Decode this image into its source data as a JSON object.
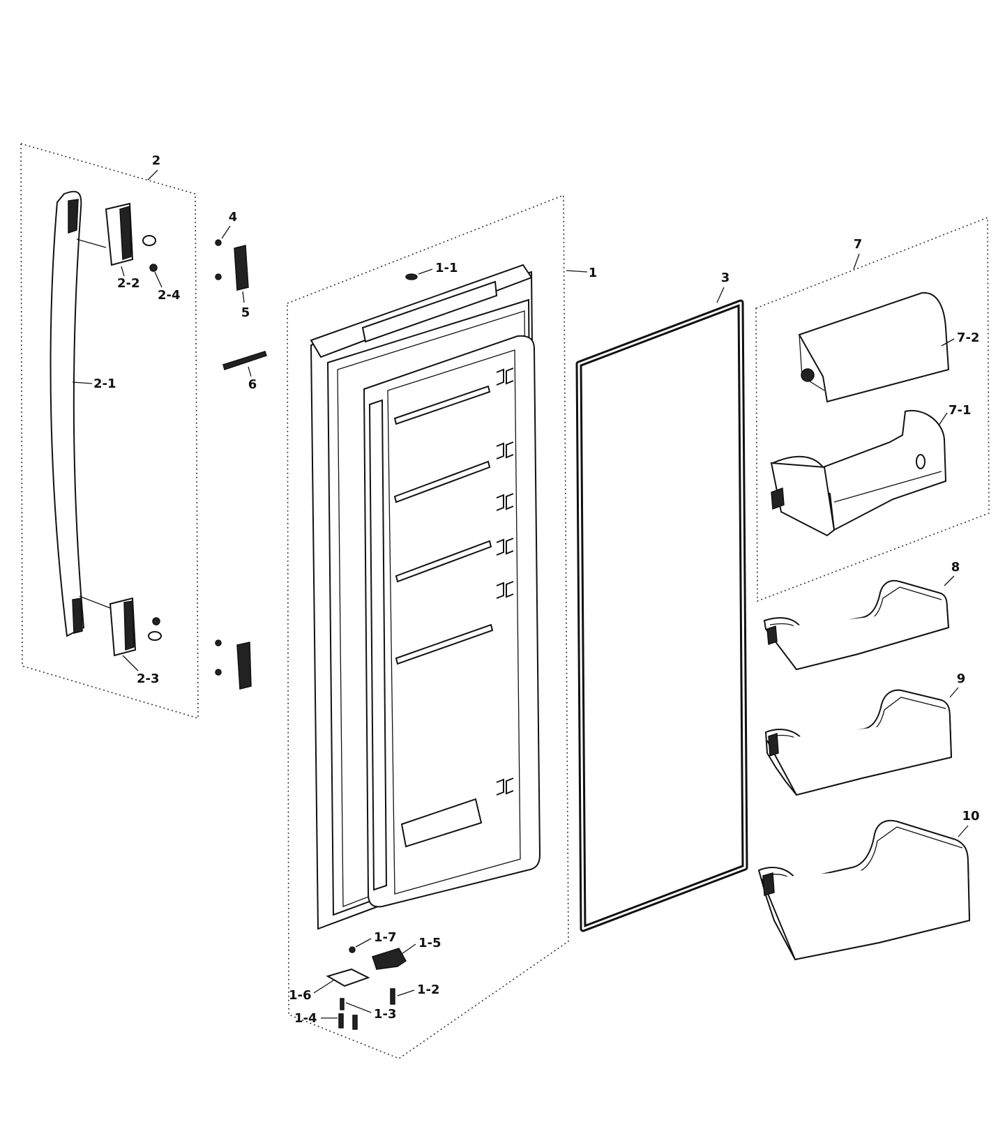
{
  "labels": {
    "p1": "1",
    "p1_1": "1-1",
    "p1_2": "1-2",
    "p1_3": "1-3",
    "p1_4": "1-4",
    "p1_5": "1-5",
    "p1_6": "1-6",
    "p1_7": "1-7",
    "p2": "2",
    "p2_1": "2-1",
    "p2_2": "2-2",
    "p2_3": "2-3",
    "p2_4": "2-4",
    "p3": "3",
    "p4": "4",
    "p5": "5",
    "p6": "6",
    "p7": "7",
    "p7_1": "7-1",
    "p7_2": "7-2",
    "p8": "8",
    "p9": "9",
    "p10": "10"
  }
}
